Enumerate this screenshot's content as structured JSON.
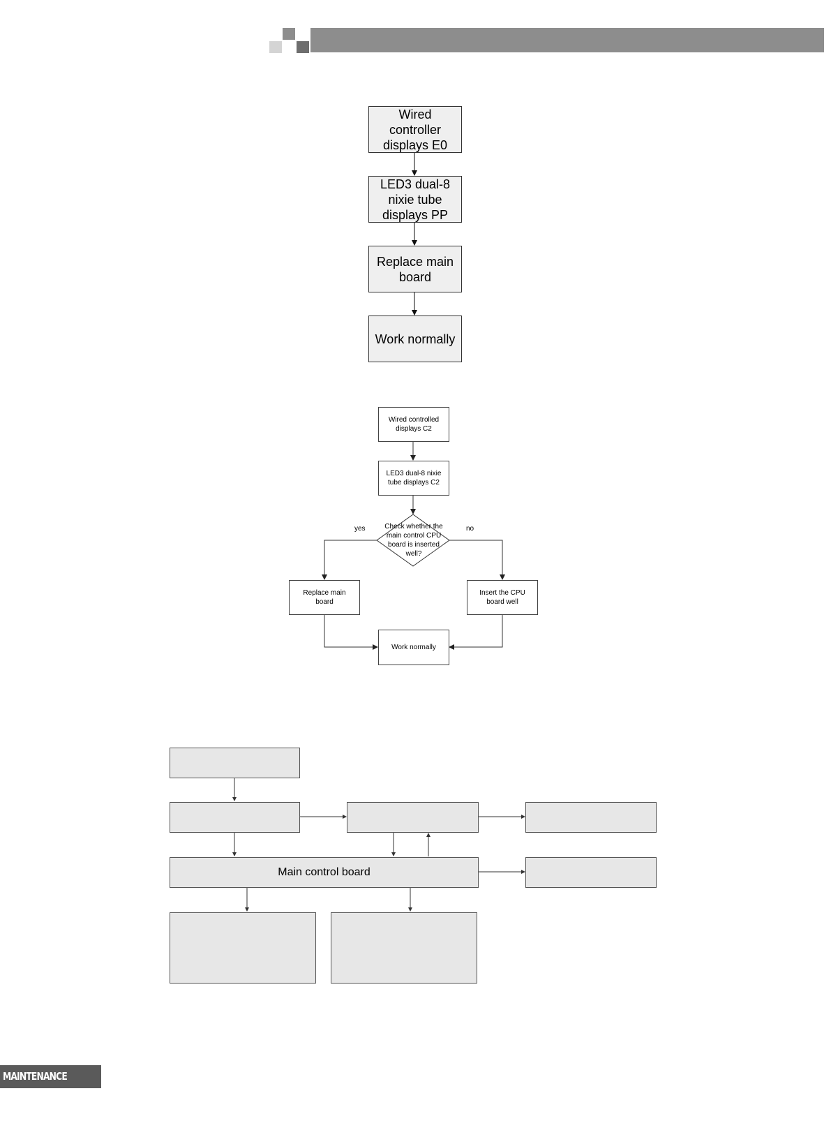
{
  "flowchart_e0": {
    "step1": "Wired controller displays E0",
    "step2": "LED3 dual-8 nixie tube displays PP",
    "step3": "Replace main board",
    "step4": "Work normally"
  },
  "flowchart_c2": {
    "step1": "Wired controlled displays C2",
    "step2": "LED3 dual-8 nixie tube displays C2",
    "decision": "Check whether the main control CPU board is inserted well?",
    "yes_label": "yes",
    "no_label": "no",
    "yes_action": "Replace main board",
    "no_action": "Insert the CPU board well",
    "end": "Work normally"
  },
  "block_diagram": {
    "main_board": "Main control board"
  },
  "footer": {
    "section": "MAINTENANCE"
  }
}
